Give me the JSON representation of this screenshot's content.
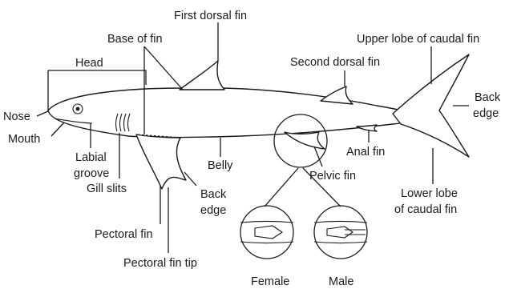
{
  "labels": {
    "first_dorsal_fin": "First dorsal fin",
    "base_of_fin": "Base of fin",
    "head": "Head",
    "nose": "Nose",
    "mouth": "Mouth",
    "labial_groove_1": "Labial",
    "labial_groove_2": "groove",
    "gill_slits": "Gill slits",
    "pectoral_fin": "Pectoral fin",
    "pectoral_fin_tip": "Pectoral fin tip",
    "back_edge_pectoral_1": "Back",
    "back_edge_pectoral_2": "edge",
    "belly": "Belly",
    "second_dorsal_fin": "Second dorsal fin",
    "upper_lobe_1": "Upper lobe of caudal fin",
    "back_edge_caudal_1": "Back",
    "back_edge_caudal_2": "edge",
    "anal_fin": "Anal fin",
    "pelvic_fin": "Pelvic fin",
    "lower_lobe_1": "Lower lobe",
    "lower_lobe_2": "of caudal fin",
    "female": "Female",
    "male": "Male"
  }
}
